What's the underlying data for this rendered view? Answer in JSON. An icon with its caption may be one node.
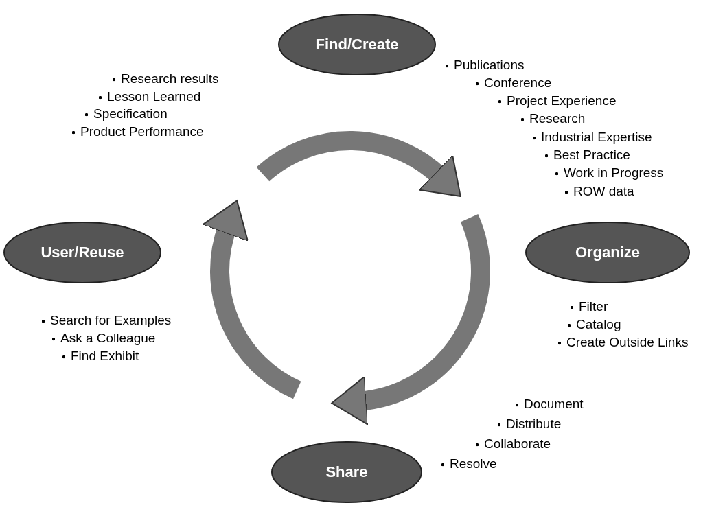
{
  "diagram": {
    "nodes": [
      {
        "text": [
          "Find/Create"
        ],
        "beside": [
          "Publications",
          "Conference",
          "Project Experience",
          "Research",
          "Industrial Expertise",
          "Best Practice",
          "Work in Progress",
          "ROW data"
        ]
      },
      {
        "text": [
          "Organize"
        ],
        "beside": [
          "Filter",
          "Catalog",
          "Create Outside Links"
        ]
      },
      {
        "text": [
          "Share"
        ],
        "beside": [
          "Document",
          "Distribute",
          "Collaborate",
          "Resolve"
        ]
      },
      {
        "text": [
          "User/Reuse"
        ],
        "beside": [
          "Search for Examples",
          "Ask a Colleague",
          "Find Exhibit"
        ]
      }
    ],
    "labels": [
      "Research results",
      "Lesson Learned",
      "Specification",
      "Product Performance"
    ]
  }
}
